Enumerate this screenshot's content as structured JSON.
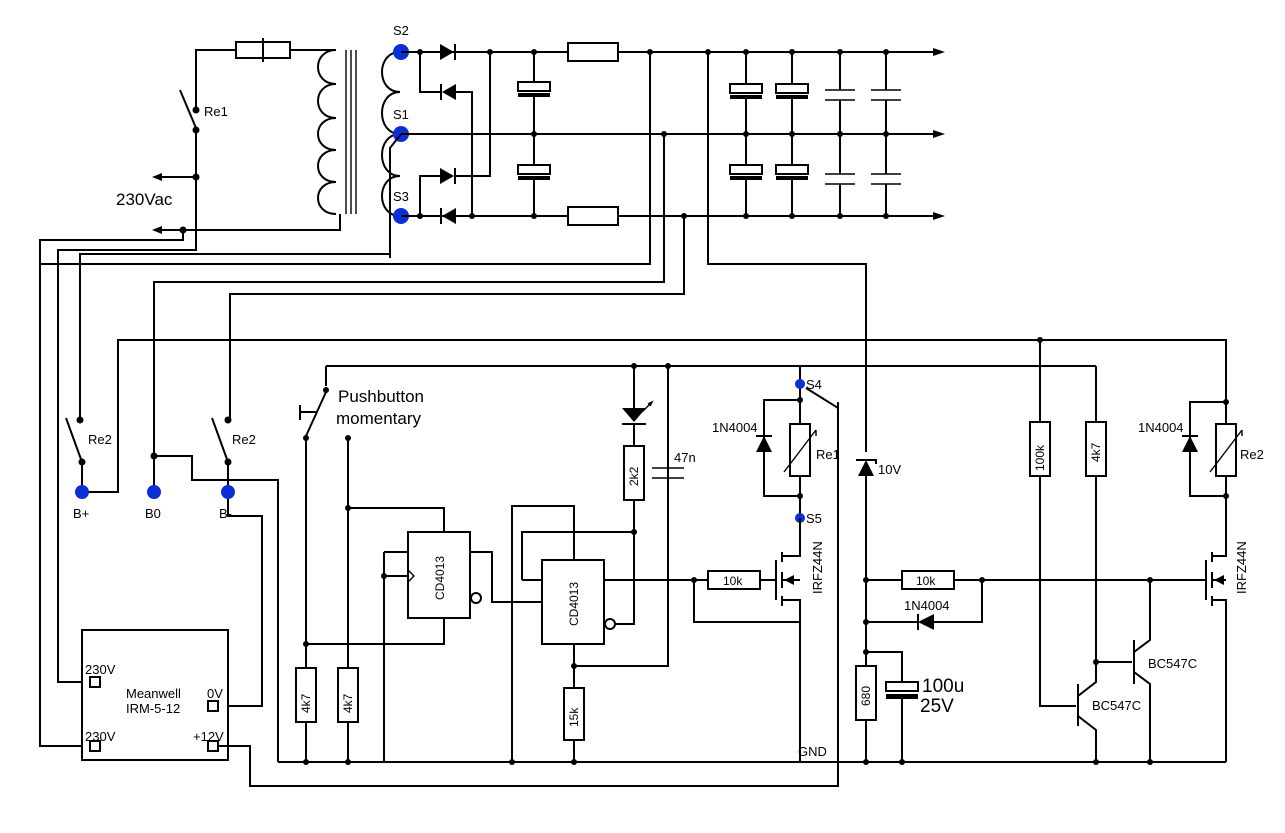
{
  "labels": {
    "mains": "230Vac",
    "re1_switch": "Re1",
    "re1_coil": "Re1",
    "re2_switch_a": "Re2",
    "re2_switch_b": "Re2",
    "re2_coil": "Re2",
    "pushbutton_line1": "Pushbutton",
    "pushbutton_line2": "momentary",
    "cd4013_a": "CD4013",
    "cd4013_b": "CD4013",
    "psu_line1": "Meanwell",
    "psu_line2": "IRM-5-12",
    "psu_in1": "230V",
    "psu_in2": "230V",
    "psu_0v": "0V",
    "psu_12v": "+12V",
    "gnd": "GND",
    "zener": "10V",
    "cap_value": "100u",
    "cap_voltage": "25V",
    "mosfet_a": "IRFZ44N",
    "mosfet_b": "IRFZ44N",
    "bjt_a": "BC547C",
    "bjt_b": "BC547C",
    "diode_a": "1N4004",
    "diode_b": "1N4004",
    "diode_c": "1N4004"
  },
  "nodes": {
    "s1": "S1",
    "s2": "S2",
    "s3": "S3",
    "s4": "S4",
    "s5": "S5"
  },
  "terminals": {
    "b_plus": "B+",
    "b_zero": "B0",
    "b_minus": "B-"
  },
  "resistors": {
    "r_4k7_a": "4k7",
    "r_4k7_b": "4k7",
    "r_15k": "15k",
    "r_2k2": "2k2",
    "r_10k_a": "10k",
    "r_10k_b": "10k",
    "r_100k": "100k",
    "r_4k7_c": "4k7",
    "r_680": "680"
  },
  "capacitors": {
    "c_47n": "47n"
  },
  "colors": {
    "wire": "#000000",
    "node_marker": "#0a2fd6",
    "background": "#ffffff"
  }
}
